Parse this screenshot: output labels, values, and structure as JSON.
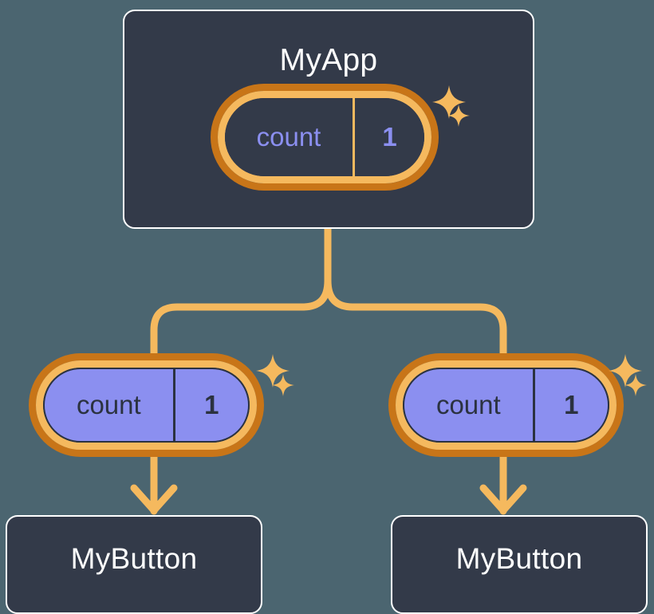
{
  "diagram": {
    "type": "component-tree",
    "background_color": "#4b6570",
    "accent_color": "#f5b95e",
    "accent_dark_color": "#c87518",
    "state_color": "#8b8ff0",
    "card_color": "#333a49"
  },
  "root": {
    "title": "MyApp",
    "state": {
      "key": "count",
      "value": "1"
    }
  },
  "branches": [
    {
      "state": {
        "key": "count",
        "value": "1"
      },
      "child": {
        "title": "MyButton"
      }
    },
    {
      "state": {
        "key": "count",
        "value": "1"
      },
      "child": {
        "title": "MyButton"
      }
    }
  ],
  "icons": {
    "sparkle": "sparkle-icon",
    "arrow": "arrow-down-icon",
    "connector": "tree-connector"
  }
}
